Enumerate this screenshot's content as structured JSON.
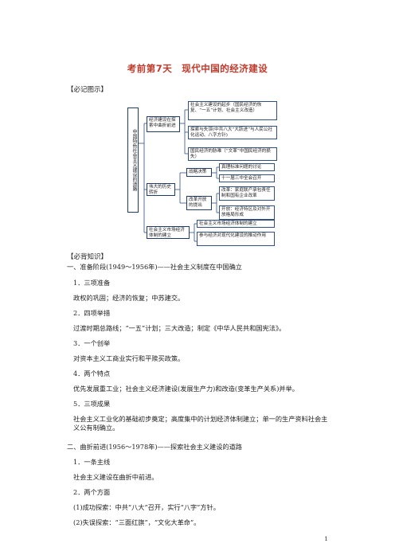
{
  "title": "考前第7天　现代中国的经济建设",
  "section_bijitu": "【必记图示】",
  "diagram": {
    "root": "中国特色社会主义建设的道路",
    "l1": [
      "经济建设在探索中曲折前进",
      "伟大的历史转折",
      "社会主义市场经济体制的建立"
    ],
    "l1a_children": [
      "社会主义建设的起步（国民经济的恢复、“一五”计划、社会主义改造）",
      "探索与失误(中共八大“大跃进”与人民公社化运动、八字方针)",
      "国民经济的胁难（“文革”中国民经济的损失）"
    ],
    "strategy": "战略决策",
    "strategy_children": [
      "真理标准问题的讨论",
      "十一届三中全会召开"
    ],
    "reform": "改革开放的提出",
    "reform_children": [
      "改革：家庭联产承包责任制和国有企业改革",
      "开放：经济特区及对外开放格局形成"
    ],
    "l1c_children": [
      "社会主义市场经济体制的建立",
      "参与经济对现代化建设的推动作用"
    ]
  },
  "section_bibei": "【必背知识】",
  "paragraphs": [
    "一、准备阶段(1949～1956年)——社会主义制度在中国确立",
    "1．三项准备",
    "政权的巩固；经济的恢复；中苏建交。",
    "2．四项举措",
    "过渡时期总路线；“一五”计划；三大改造；制定《中华人民共和国宪法》。",
    "3．一个创举",
    "对资本主义工商业实行和平赎买政策。",
    "4．两个特点",
    "优先发展重工业；社会主义经济建设(发展生产力)和改造(变革生产关系)并举。",
    "5．三项成果",
    "社会主义工业化的基础初步奠定；高度集中的计划经济体制建立；单一的生产资料社会主义公有制确立。",
    "二、曲折前进(1956～1978年)——探索社会主义建设的道路",
    "1．一条主线",
    "社会主义建设在曲折中前进。",
    "2．两个方面",
    "(1)成功探索：中共“八大”召开，实行“八字”方针。",
    "(2)失误探索：“三面红旗”，“文化大革命”。"
  ],
  "page_number": "1"
}
